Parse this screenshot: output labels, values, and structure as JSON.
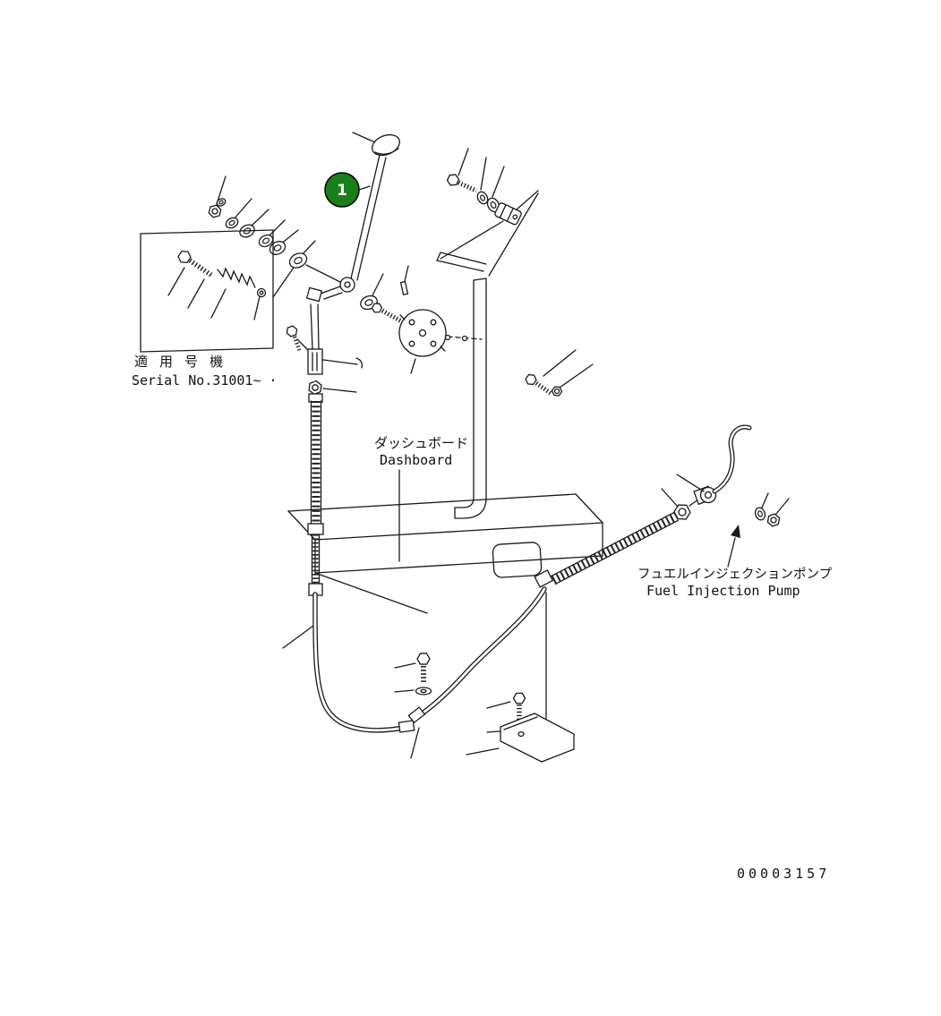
{
  "page": {
    "background": "#ffffff"
  },
  "callout": {
    "number": "1",
    "fill": "#1a7f1a"
  },
  "applicability": {
    "label_ja": "適 用 号 機",
    "label_serial": "Serial No.31001~ ·"
  },
  "dashboard": {
    "label_ja": "ダッシュボード",
    "label_en": "Dashboard"
  },
  "fuel_injection_pump": {
    "label_ja": "フュエルインジェクションポンプ",
    "label_en": "Fuel Injection Pump"
  },
  "drawing_number": "00003157",
  "colors": {
    "line": "#1a1a1a",
    "background": "#ffffff"
  }
}
